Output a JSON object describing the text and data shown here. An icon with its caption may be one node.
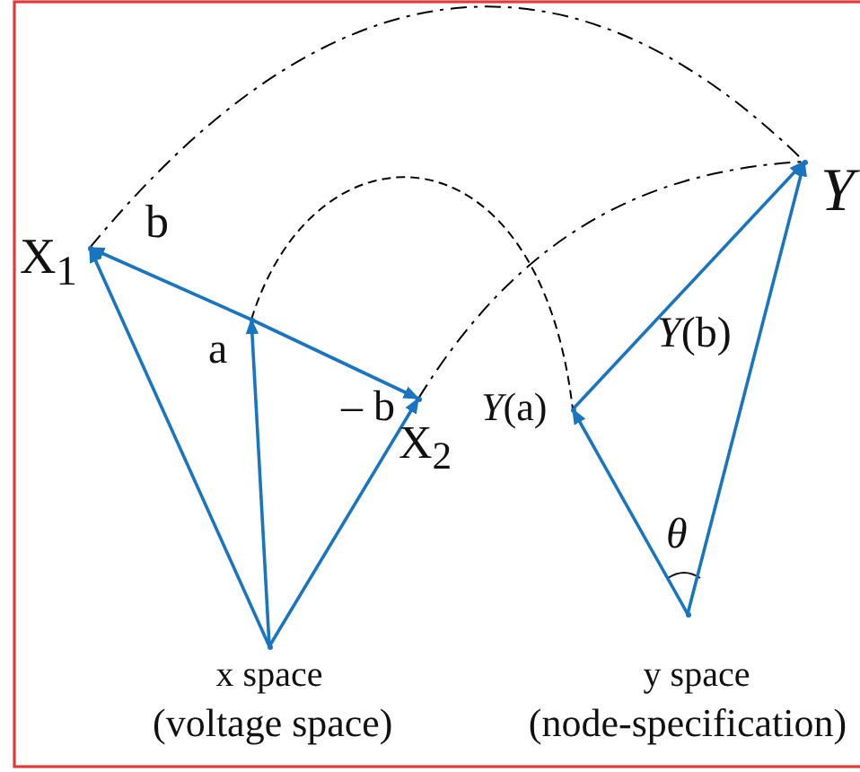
{
  "diagram": {
    "nodes": [
      {
        "text": [],
        "shape": "point",
        "beside": [
          "x space",
          "(voltage space)"
        ]
      },
      {
        "text": [],
        "shape": "point",
        "beside": [
          "X$_{1}$"
        ]
      },
      {
        "text": [],
        "shape": "point"
      },
      {
        "text": [],
        "shape": "point",
        "beside": [
          "X$_{2}$"
        ]
      },
      {
        "text": [],
        "shape": "point",
        "beside": [
          "y space",
          "(node-specification)"
        ]
      },
      {
        "text": [],
        "shape": "point"
      },
      {
        "text": [],
        "shape": "point",
        "beside": [
          "Y"
        ]
      }
    ],
    "edges": [
      {
        "from": 0,
        "to": 1,
        "arrow": "to"
      },
      {
        "from": 0,
        "to": 2,
        "arrow": "to",
        "label": "a"
      },
      {
        "from": 0,
        "to": 3,
        "arrow": "to"
      },
      {
        "from": 2,
        "to": 1,
        "arrow": "to",
        "label": "b"
      },
      {
        "from": 2,
        "to": 3,
        "arrow": "to",
        "label": "– b"
      },
      {
        "from": 4,
        "to": 5,
        "arrow": "to",
        "label": "*Y*(a)"
      },
      {
        "from": 5,
        "to": 6,
        "arrow": "to",
        "label": "*Y*(b)"
      },
      {
        "from": 4,
        "to": 6,
        "arrow": "to"
      },
      {
        "from": 1,
        "to": 6,
        "arrow": "none",
        "style": "dashed",
        "color": "#000000"
      },
      {
        "from": 2,
        "to": 5,
        "arrow": "none",
        "style": "dashed",
        "color": "#000000"
      },
      {
        "from": 3,
        "to": 6,
        "arrow": "none",
        "style": "dashed",
        "color": "#000000"
      }
    ],
    "labels": [
      "θ"
    ]
  }
}
